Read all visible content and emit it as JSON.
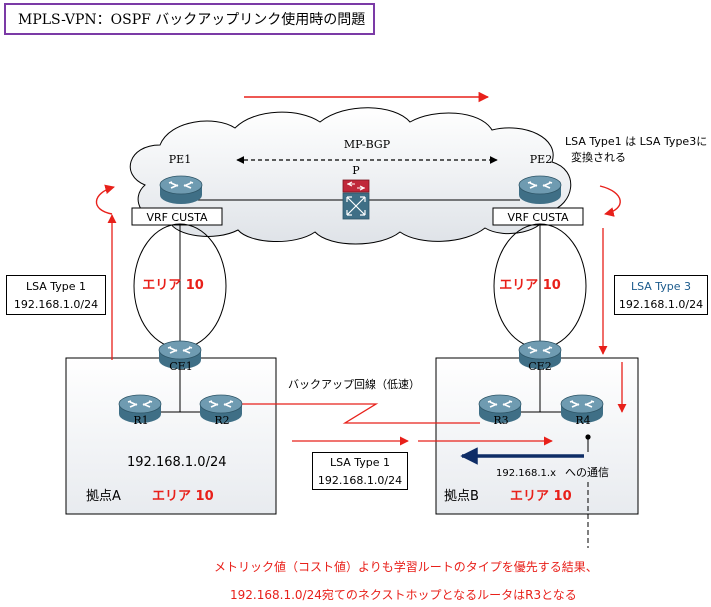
{
  "title": "MPLS-VPN：OSPF バックアップリンク使用時の問題",
  "cloud": {
    "mpbgp_label": "MP-BGP"
  },
  "routers": {
    "pe1": "PE1",
    "pe2": "PE2",
    "p": "P",
    "ce1": "CE1",
    "ce2": "CE2",
    "r1": "R1",
    "r2": "R2",
    "r3": "R3",
    "r4": "R4"
  },
  "vrf": {
    "left": "VRF CUSTA",
    "right": "VRF CUSTA"
  },
  "areas": {
    "left_ring": "エリア 10",
    "right_ring": "エリア 10",
    "site_a": "エリア 10",
    "site_b": "エリア 10"
  },
  "sites": {
    "a": "拠点A",
    "b": "拠点B"
  },
  "lsa_left": {
    "type": "LSA Type 1",
    "prefix": "192.168.1.0/24"
  },
  "lsa_right": {
    "type": "LSA Type 3",
    "prefix": "192.168.1.0/24"
  },
  "lsa_bottom": {
    "type": "LSA Type 1",
    "prefix": "192.168.1.0/24"
  },
  "conversion_note": {
    "line1": "LSA Type1 は LSA Type3に",
    "line2": "変換される"
  },
  "backup_link": "バックアップ回線（低速）",
  "site_a_network": "192.168.1.0/24",
  "traffic": {
    "dest": "192.168.1.x",
    "suffix": "への通信"
  },
  "conclusion": {
    "line1": "メトリック値（コスト値）よりも学習ルートのタイプを優先する結果、",
    "line2": "192.168.1.0/24宛てのネクストホップとなるルータはR3となる"
  },
  "colors": {
    "accent_red": "#e8201a",
    "router_body": "#3f6f86",
    "title_border": "#7b3aa6",
    "traffic_arrow": "#0e2d66",
    "site_fill": "#f1f3f6"
  }
}
